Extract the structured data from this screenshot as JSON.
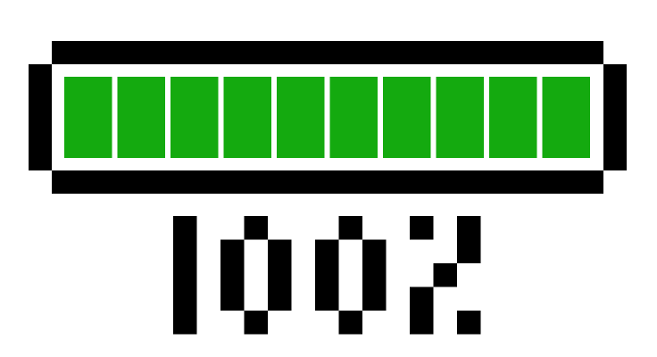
{
  "battery": {
    "level_percent": 100,
    "segments_total": 10,
    "segments_filled": 10,
    "label": "100%"
  },
  "colors": {
    "segment_fill": "#14aa0f",
    "outline": "#000000",
    "background": "#ffffff"
  }
}
